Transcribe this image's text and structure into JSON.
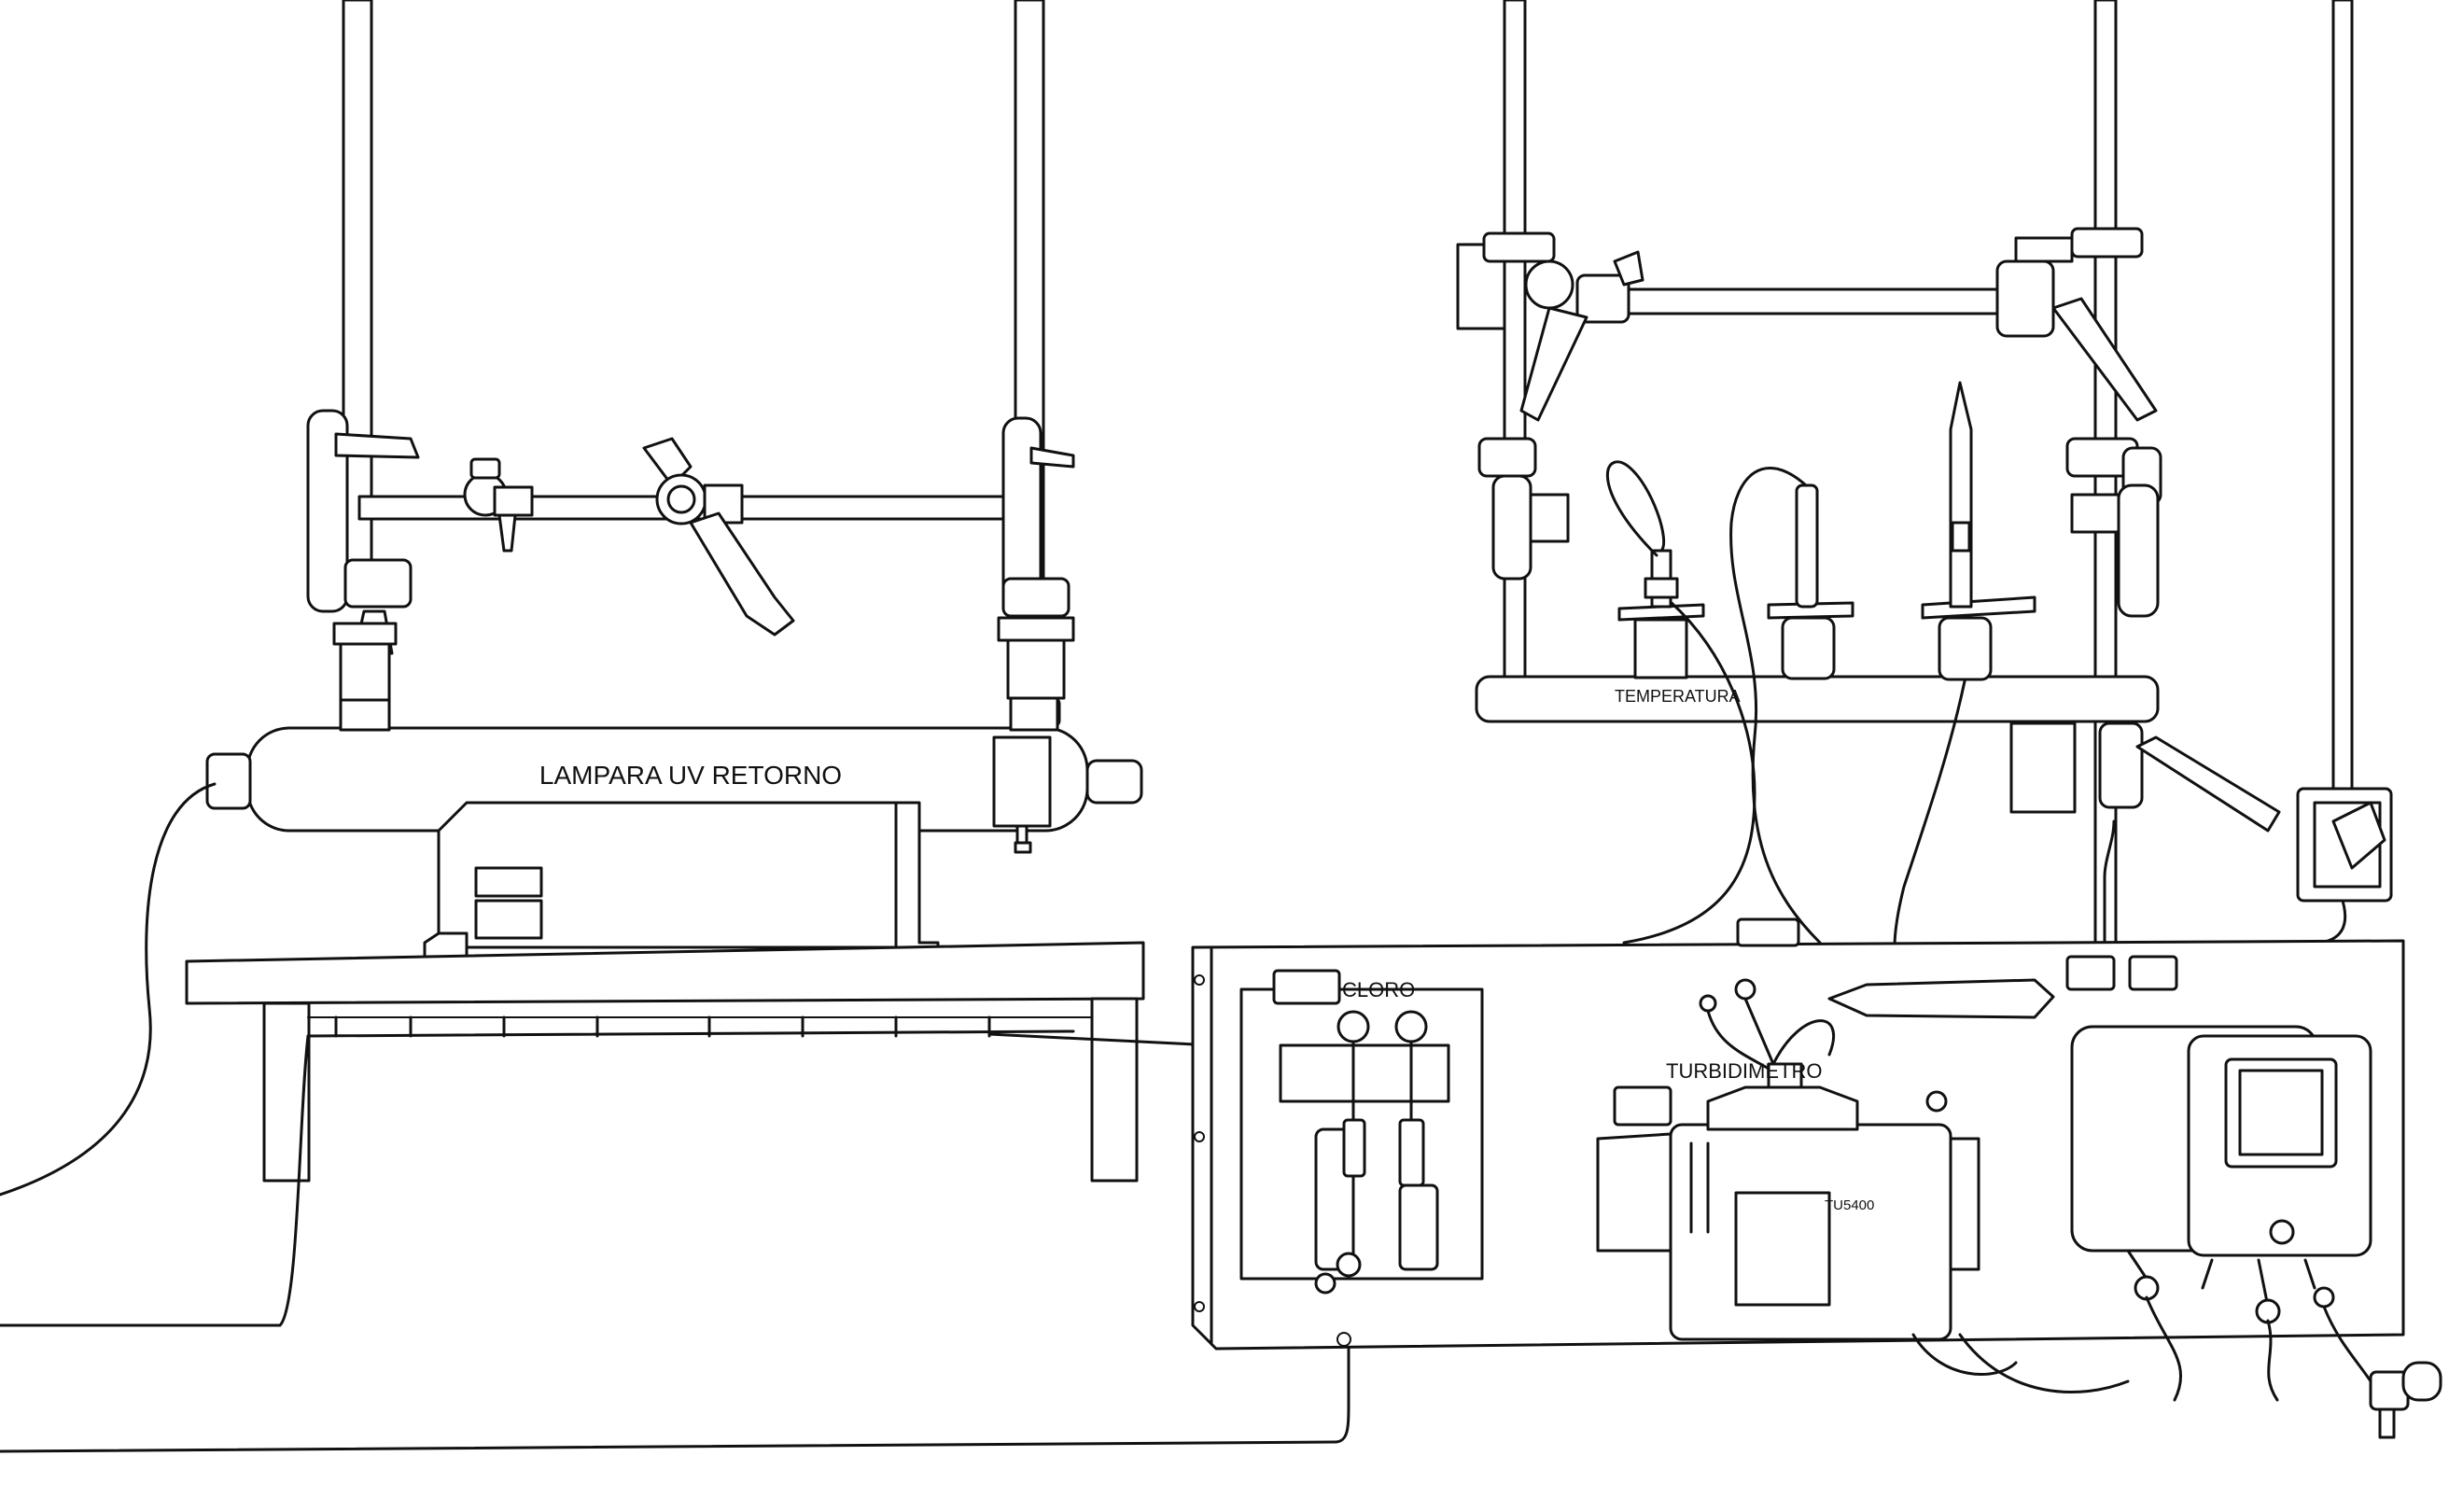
{
  "labels": {
    "lampara": "LAMPARA UV RETORNO",
    "temperatura": "TEMPERATURA",
    "cloro": "CLORO",
    "turbidimetro": "TURBIDIMETRO",
    "tu5400": "TU5400"
  }
}
